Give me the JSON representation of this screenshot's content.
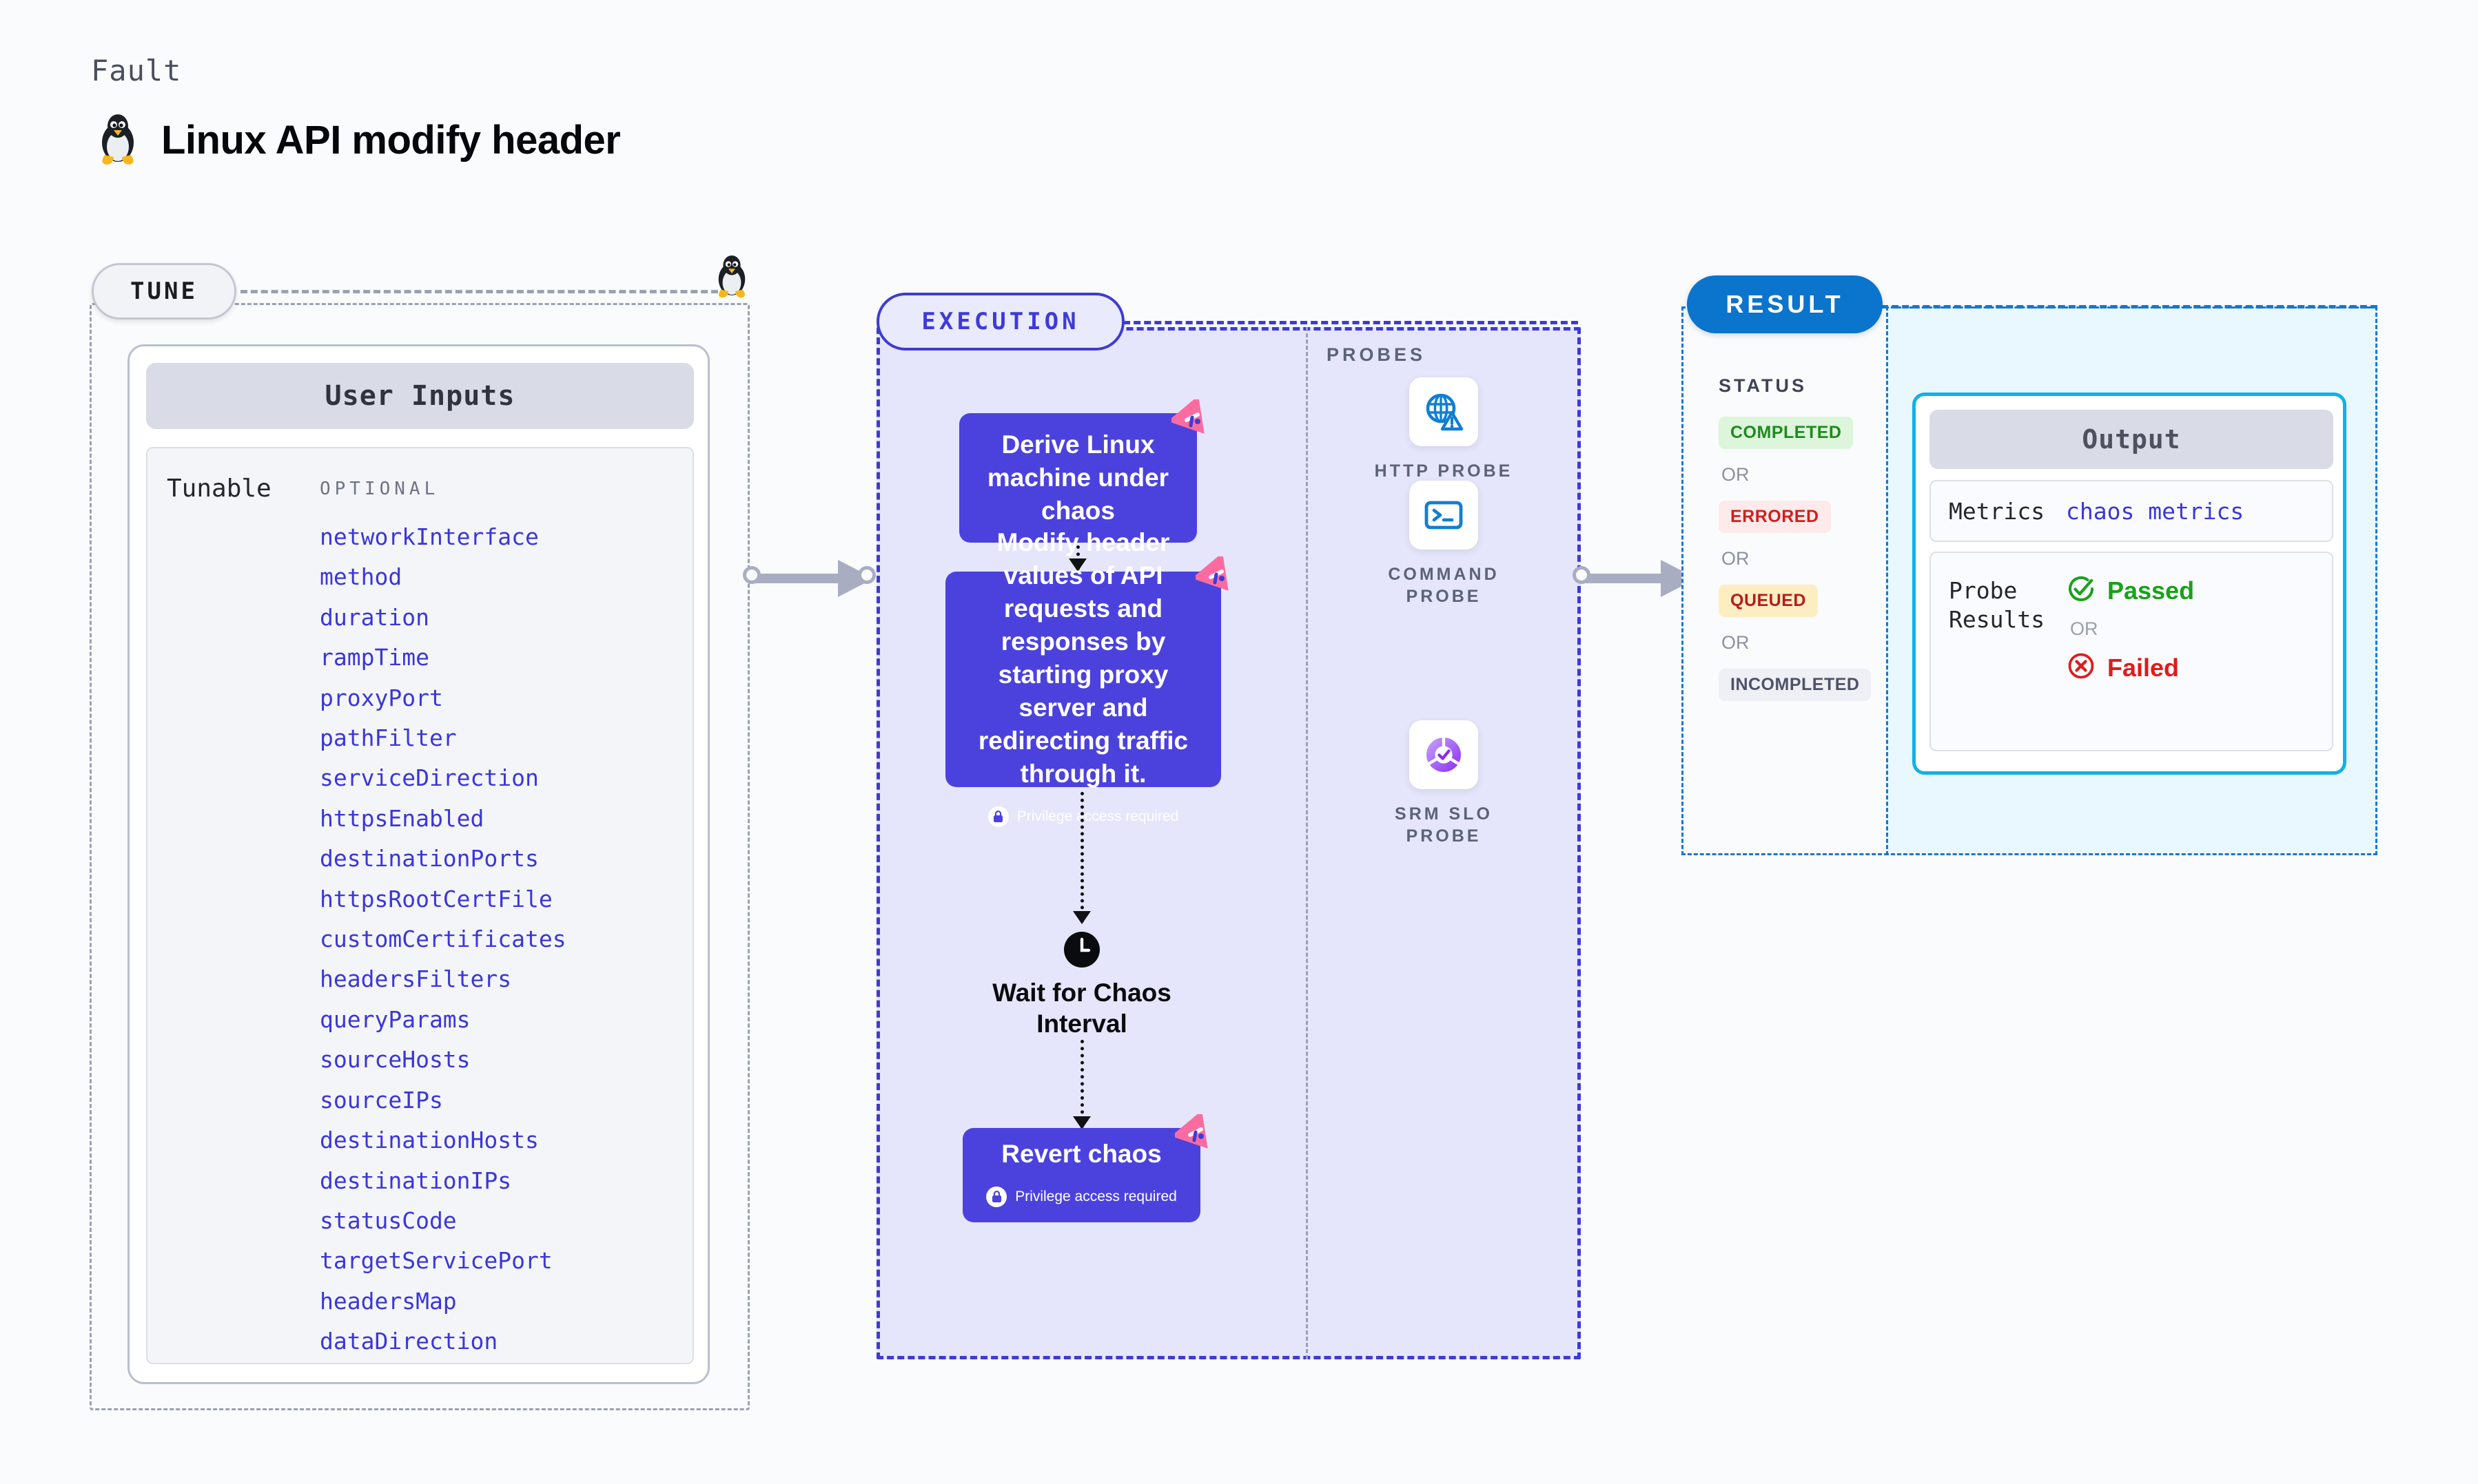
{
  "header": {
    "eyebrow": "Fault",
    "title": "Linux API modify header",
    "os_icon": "linux-tux-icon"
  },
  "colors": {
    "page_bg": "#fafbfc",
    "tune_dash": "#9aa1b1",
    "execution_accent": "#3f3ad6",
    "execution_bg": "#e5e6fb",
    "node_fill": "#4b42de",
    "result_accent": "#1477d4",
    "result_badge": "#0b74cd",
    "output_border": "#12b0e8",
    "output_bg": "#e9f8fe",
    "tunable_text": "#3b36d9",
    "corner_badge": "#fa6ca0",
    "connector": "#a9adc2"
  },
  "tune": {
    "badge_label": "TUNE",
    "card_title": "User Inputs",
    "tunable_label": "Tunable",
    "optional_label": "OPTIONAL",
    "tunables": [
      "networkInterface",
      "method",
      "duration",
      "rampTime",
      "proxyPort",
      "pathFilter",
      "serviceDirection",
      "httpsEnabled",
      "destinationPorts",
      "httpsRootCertFile",
      "customCertificates",
      "headersFilters",
      "queryParams",
      "sourceHosts",
      "sourceIPs",
      "destinationHosts",
      "destinationIPs",
      "statusCode",
      "targetServicePort",
      "headersMap",
      "dataDirection"
    ]
  },
  "execution": {
    "badge_label": "EXECUTION",
    "nodes": [
      {
        "id": "derive",
        "text": "Derive Linux machine under chaos",
        "privilege_note": null,
        "corner_badge": "litmus-chaos-badge-icon"
      },
      {
        "id": "modify",
        "text": "Modify header values of API requests and responses by starting proxy server and redirecting traffic through it.",
        "privilege_note": "Privilege access required",
        "corner_badge": "litmus-chaos-badge-icon"
      },
      {
        "id": "wait",
        "text": "Wait for Chaos Interval",
        "icon": "clock-icon"
      },
      {
        "id": "revert",
        "text": "Revert chaos",
        "privilege_note": "Privilege access required",
        "corner_badge": "litmus-chaos-badge-icon"
      }
    ]
  },
  "probes": {
    "title": "PROBES",
    "items": [
      {
        "label": "HTTP PROBE",
        "icon": "globe-warning-icon"
      },
      {
        "label": "COMMAND PROBE",
        "icon": "terminal-icon"
      },
      {
        "label": "SRM SLO PROBE",
        "icon": "srm-slo-donut-check-icon"
      }
    ]
  },
  "result": {
    "badge_label": "RESULT",
    "status_title": "STATUS",
    "or_label": "OR",
    "statuses": [
      {
        "label": "COMPLETED",
        "bg": "#dcf5db",
        "fg": "#1f8a1f"
      },
      {
        "label": "ERRORED",
        "bg": "#fdeaea",
        "fg": "#cf1f1f"
      },
      {
        "label": "QUEUED",
        "bg": "#fdeec2",
        "fg": "#b81b1b"
      },
      {
        "label": "INCOMPLETED",
        "bg": "#eff0f6",
        "fg": "#4d5266"
      }
    ],
    "output": {
      "title": "Output",
      "metrics_label": "Metrics",
      "metrics_value": "chaos metrics",
      "probe_results_label": "Probe Results",
      "passed_label": "Passed",
      "failed_label": "Failed",
      "or_label": "OR",
      "passed_icon": "check-circle-icon",
      "failed_icon": "x-circle-icon",
      "passed_color": "#18a218",
      "failed_color": "#e01b1b"
    }
  }
}
